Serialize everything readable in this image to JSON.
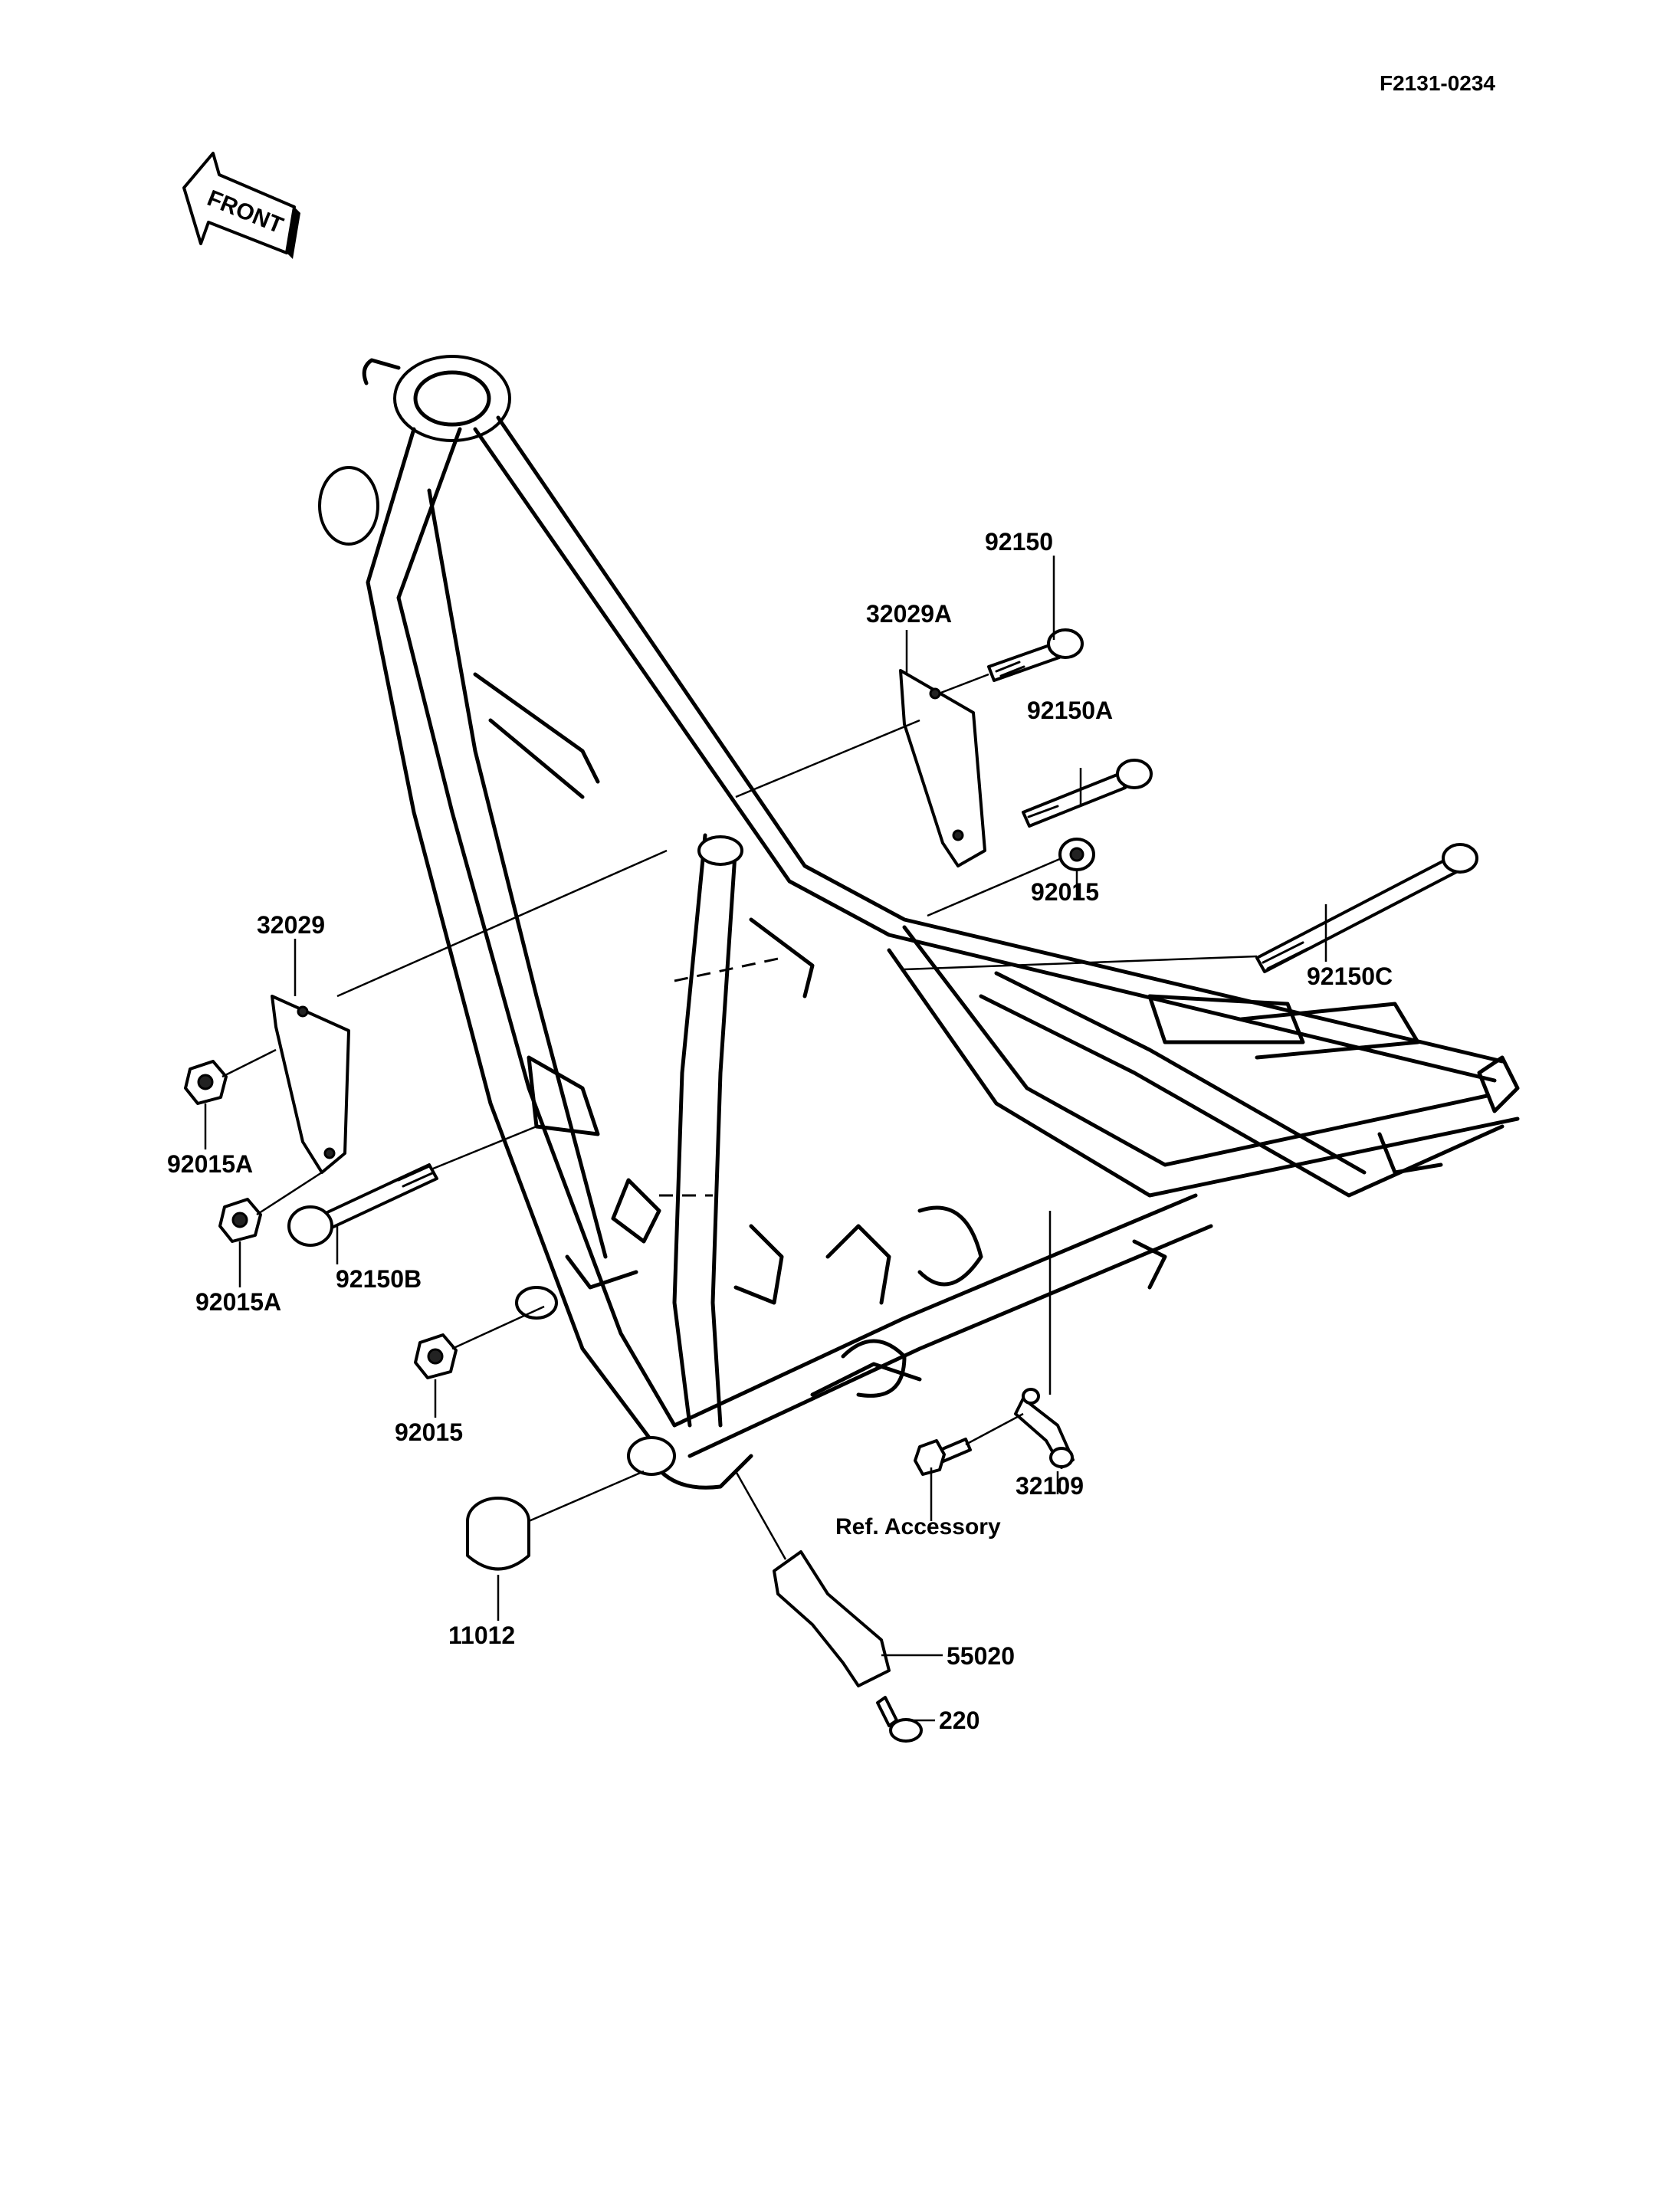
{
  "diagram": {
    "code": "F2131-0234",
    "front_label": "FRONT",
    "labels": {
      "p92150": "92150",
      "p32029A": "32029A",
      "p92150A": "92150A",
      "p92015_top": "92015",
      "p32029": "32029",
      "p92150C": "92150C",
      "p92015A_upper": "92015A",
      "p92015A_lower": "92015A",
      "p92150B": "92150B",
      "p92015_bottom": "92015",
      "p32109": "32109",
      "ref_accessory": "Ref. Accessory",
      "p11012": "11012",
      "p55020": "55020",
      "p220": "220"
    }
  }
}
